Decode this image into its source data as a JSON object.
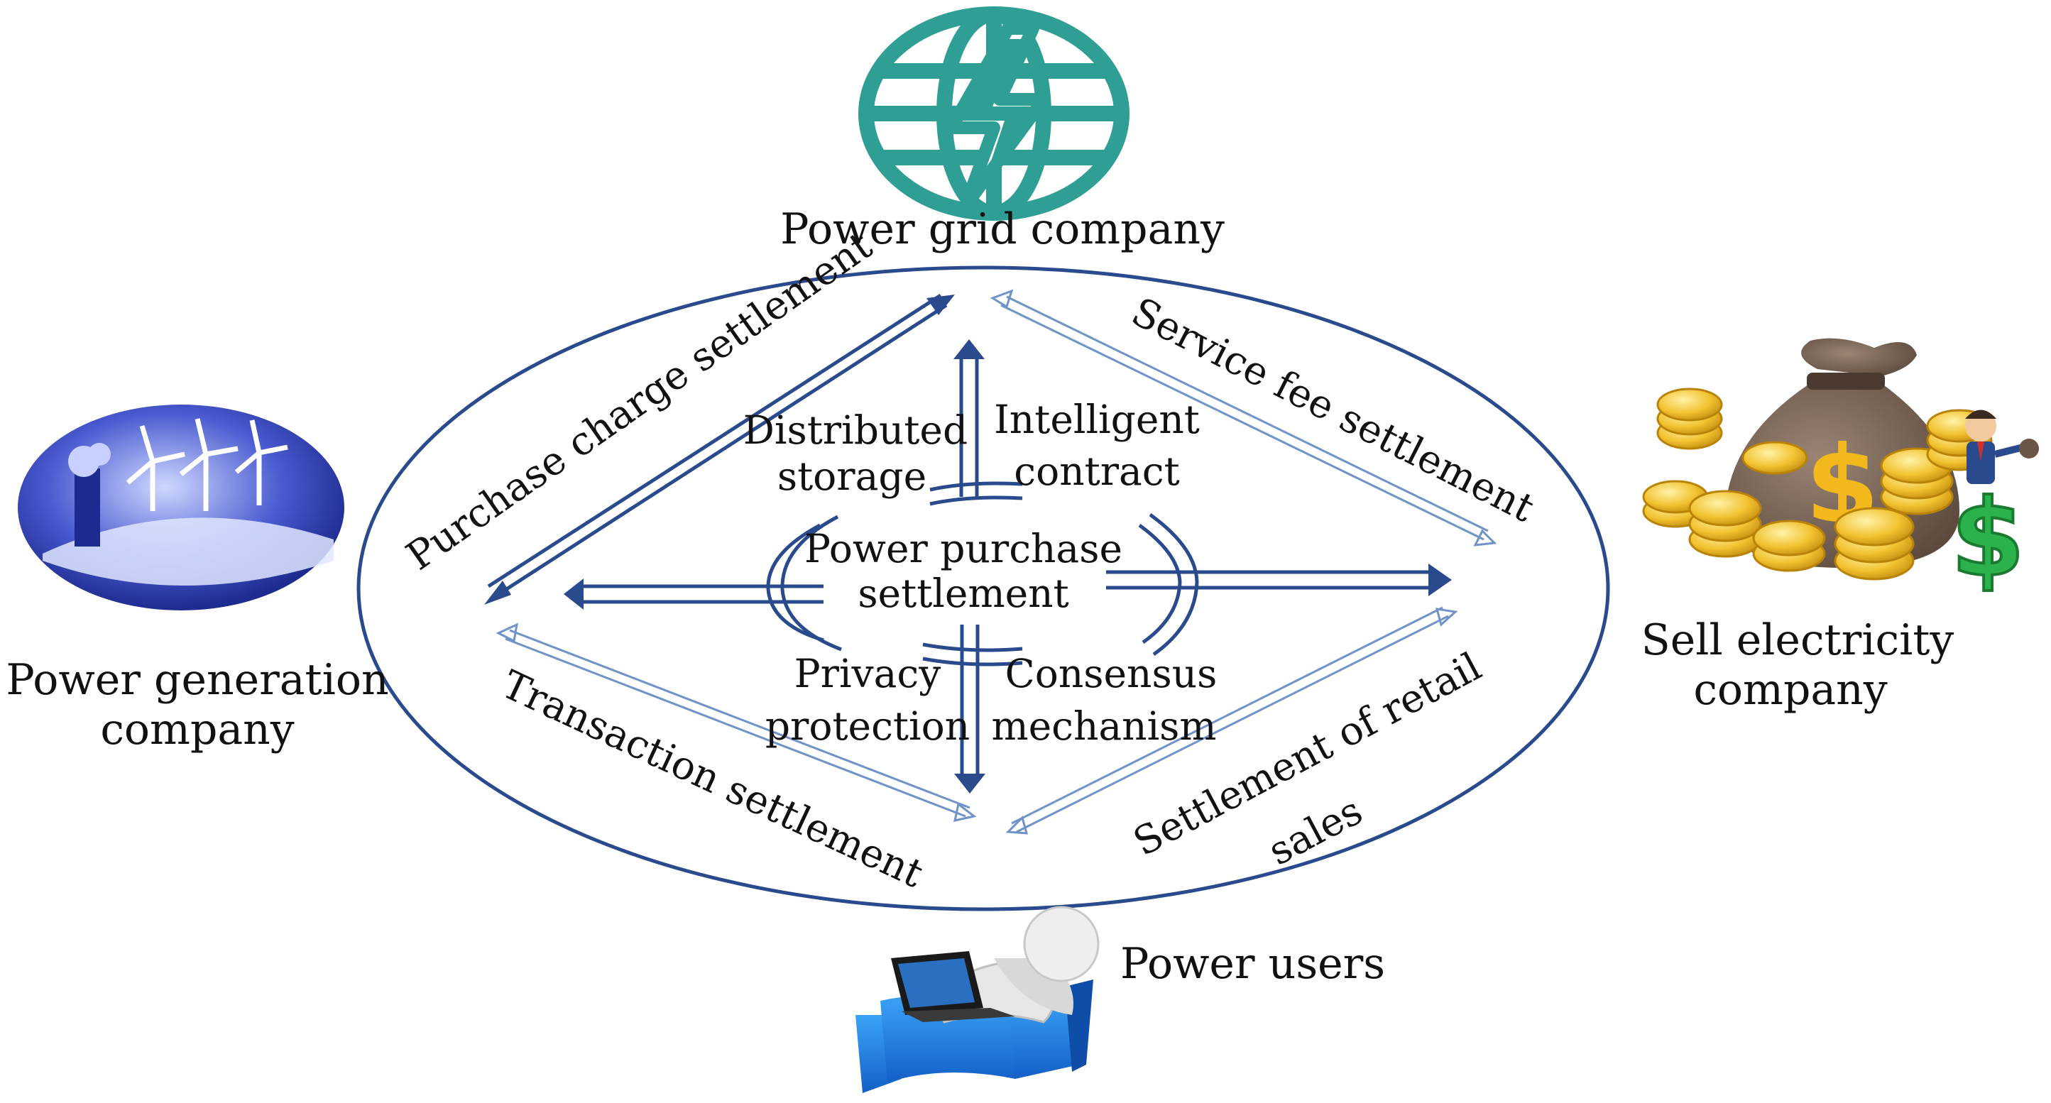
{
  "nodes": {
    "grid": {
      "label": "Power grid company",
      "icon": "globe-lightning-icon"
    },
    "generation": {
      "label_lines": [
        "Power generation",
        "company"
      ],
      "icon": "wind-turbine-factory-icon"
    },
    "sell": {
      "label_lines": [
        "Sell electricity",
        "company"
      ],
      "icon": "money-bag-coins-icon"
    },
    "users": {
      "label": "Power users",
      "icon": "person-laptop-icon"
    }
  },
  "flows": {
    "purchase_charge": "Purchase charge settlement",
    "service_fee": "Service fee settlement",
    "transaction": "Transaction settlement",
    "retail_lines": [
      "Settlement of retail",
      "sales"
    ]
  },
  "core": {
    "center_lines": [
      "Power purchase",
      "settlement"
    ],
    "distributed_lines": [
      "Distributed",
      "storage"
    ],
    "intelligent_lines": [
      "Intelligent",
      "contract"
    ],
    "privacy_lines": [
      "Privacy",
      "protection"
    ],
    "consensus_lines": [
      "Consensus",
      "mechanism"
    ]
  },
  "colors": {
    "primary_blue": "#2a4a8e",
    "light_blue": "#6f93c9",
    "teal": "#2f9e95",
    "gold": "#e8b62a",
    "green": "#2bb24c"
  }
}
